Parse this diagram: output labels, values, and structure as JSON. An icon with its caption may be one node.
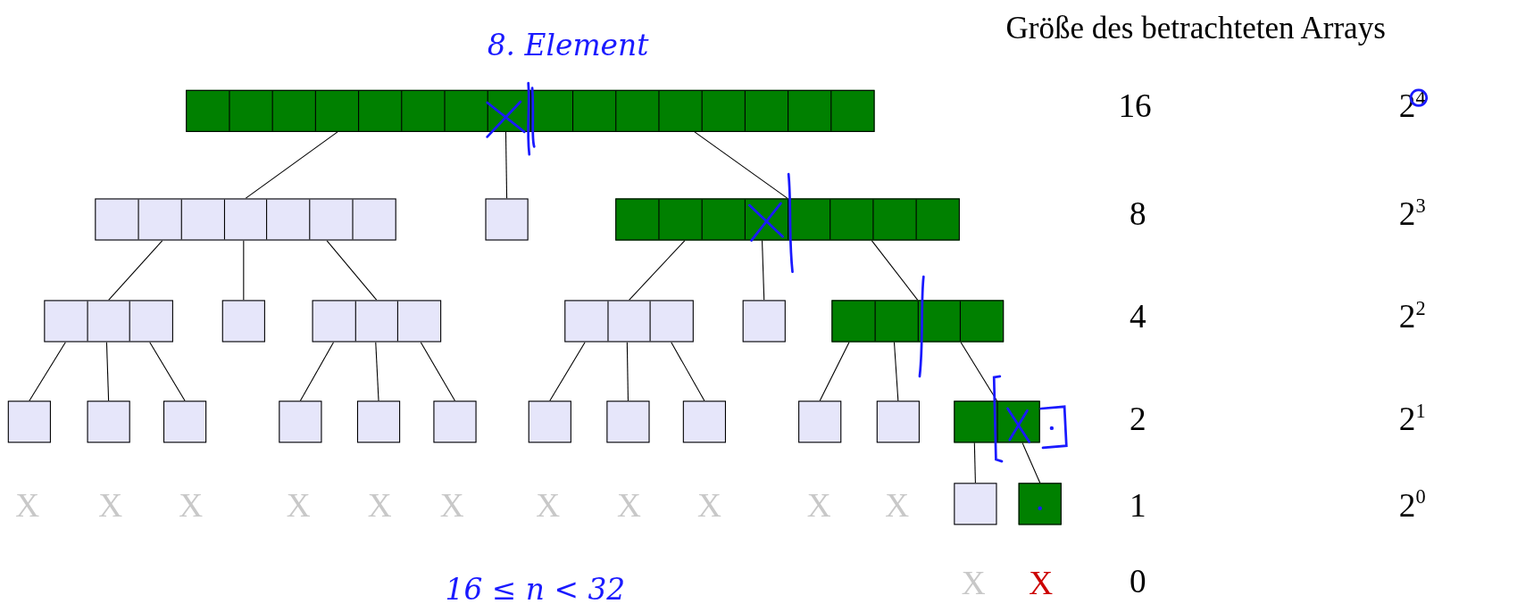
{
  "diagram": {
    "nodes": [
      {
        "text": [],
        "shape": "bar"
      },
      {
        "text": [],
        "shape": "bar"
      },
      {
        "text": [],
        "shape": "box"
      },
      {
        "text": [],
        "shape": "bar"
      },
      {
        "text": [],
        "shape": "bar"
      },
      {
        "text": [],
        "shape": "box"
      },
      {
        "text": [],
        "shape": "bar"
      },
      {
        "text": [],
        "shape": "bar"
      },
      {
        "text": [],
        "shape": "box"
      },
      {
        "text": [],
        "shape": "bar"
      },
      {
        "text": [],
        "shape": "box"
      },
      {
        "text": [],
        "shape": "box"
      },
      {
        "text": [],
        "shape": "box"
      },
      {
        "text": [],
        "shape": "box"
      },
      {
        "text": [],
        "shape": "box"
      },
      {
        "text": [],
        "shape": "box"
      },
      {
        "text": [],
        "shape": "box"
      },
      {
        "text": [],
        "shape": "box"
      },
      {
        "text": [],
        "shape": "box"
      },
      {
        "text": [],
        "shape": "box"
      },
      {
        "text": [],
        "shape": "box"
      },
      {
        "text": [],
        "shape": "bar"
      },
      {
        "text": [],
        "shape": "box"
      },
      {
        "text": [],
        "shape": "box"
      }
    ],
    "edges": [
      {
        "from": 0,
        "to": 1,
        "arrow": "none"
      },
      {
        "from": 0,
        "to": 2,
        "arrow": "none"
      },
      {
        "from": 0,
        "to": 3,
        "arrow": "none"
      },
      {
        "from": 1,
        "to": 4,
        "arrow": "none"
      },
      {
        "from": 1,
        "to": 5,
        "arrow": "none"
      },
      {
        "from": 1,
        "to": 6,
        "arrow": "none"
      },
      {
        "from": 3,
        "to": 7,
        "arrow": "none"
      },
      {
        "from": 3,
        "to": 8,
        "arrow": "none"
      },
      {
        "from": 3,
        "to": 9,
        "arrow": "none"
      },
      {
        "from": 4,
        "to": 10,
        "arrow": "none"
      },
      {
        "from": 4,
        "to": 11,
        "arrow": "none"
      },
      {
        "from": 4,
        "to": 12,
        "arrow": "none"
      },
      {
        "from": 6,
        "to": 13,
        "arrow": "none"
      },
      {
        "from": 6,
        "to": 14,
        "arrow": "none"
      },
      {
        "from": 6,
        "to": 15,
        "arrow": "none"
      },
      {
        "from": 7,
        "to": 16,
        "arrow": "none"
      },
      {
        "from": 7,
        "to": 17,
        "arrow": "none"
      },
      {
        "from": 7,
        "to": 18,
        "arrow": "none"
      },
      {
        "from": 9,
        "to": 19,
        "arrow": "none"
      },
      {
        "from": 9,
        "to": 20,
        "arrow": "none"
      },
      {
        "from": 9,
        "to": 21,
        "arrow": "none"
      },
      {
        "from": 21,
        "to": 22,
        "arrow": "none"
      },
      {
        "from": 21,
        "to": 23,
        "arrow": "none"
      }
    ],
    "labels": [
      "Größe des betrachteten Arrays",
      "8. Element",
      "16",
      "2$^{4}$",
      "8",
      "2$^{3}$",
      "4",
      "2$^{2}$",
      "2",
      "2$^{1}$",
      "X",
      "X",
      "X",
      "X",
      "X",
      "X",
      "X",
      "X",
      "X",
      "X",
      "X",
      "1",
      "2$^{0}$",
      "16 ≤ n < 32",
      "X",
      "X",
      "0"
    ]
  }
}
